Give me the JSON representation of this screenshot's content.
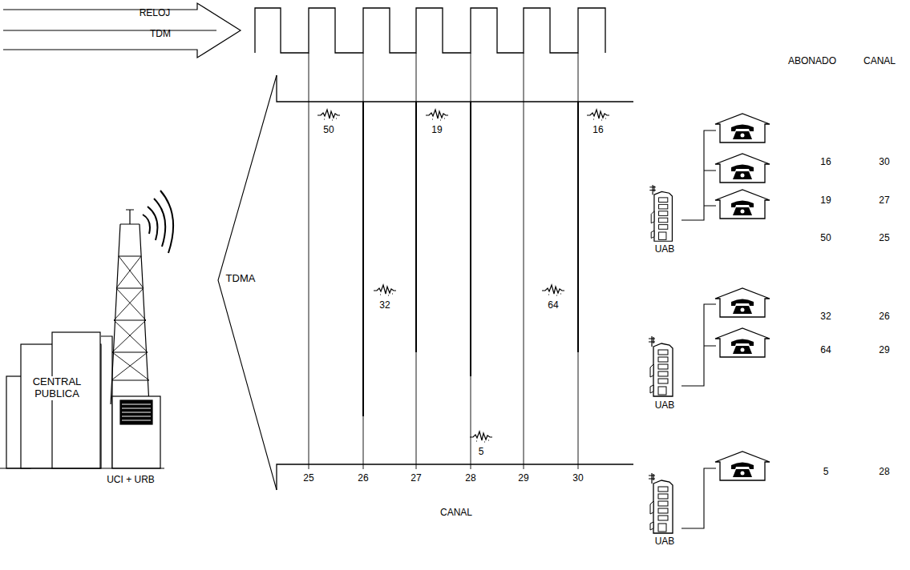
{
  "diagram": {
    "nodes": [
      {
        "text": [
          "RELOJ",
          "TDM"
        ]
      },
      {
        "text": [
          "CENTRAL PUBLICA"
        ]
      }
    ],
    "labels": [
      "TDMA",
      "50",
      "19",
      "16",
      "32",
      "64",
      "5",
      "25",
      "26",
      "27",
      "28",
      "29",
      "30",
      "CANAL",
      "UCI + URB",
      "UAB",
      "UAB",
      "UAB",
      "ABONADO",
      "CANAL",
      "16",
      "30",
      "19",
      "27",
      "50",
      "25",
      "32",
      "26",
      "64",
      "29",
      "5",
      "28"
    ]
  }
}
